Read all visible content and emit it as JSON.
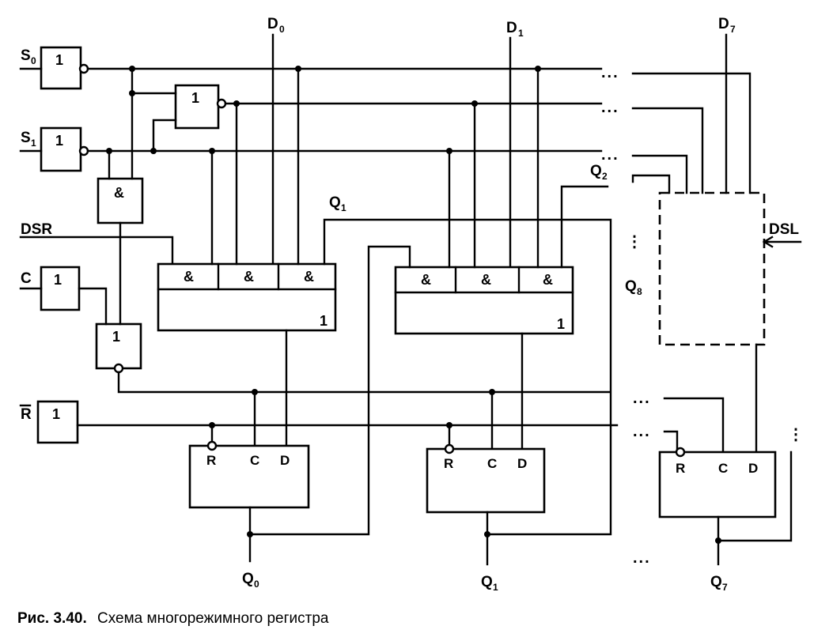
{
  "signals": {
    "s0": "S",
    "s0_sub": "0",
    "s1": "S",
    "s1_sub": "1",
    "dsr": "DSR",
    "c": "C",
    "r_bar": "R",
    "d0": "D",
    "d0_sub": "0",
    "d1": "D",
    "d1_sub": "1",
    "d7": "D",
    "d7_sub": "7",
    "q1_fb": "Q",
    "q1_fb_sub": "1",
    "q2_fb": "Q",
    "q2_fb_sub": "2",
    "q8": "Q",
    "q8_sub": "8",
    "dsl": "DSL",
    "q0_out": "Q",
    "q0_out_sub": "0",
    "q1_out": "Q",
    "q1_out_sub": "1",
    "q7_out": "Q",
    "q7_out_sub": "7"
  },
  "gates": {
    "or_label": "1",
    "and_label": "&"
  },
  "trigger_pins": {
    "r": "R",
    "c": "C",
    "d": "D"
  },
  "ellipsis": {
    "dots_h": "...",
    "dots_v": "⋮"
  },
  "caption": {
    "prefix": "Рис. 3.40.",
    "text": "Схема многорежимного регистра"
  }
}
